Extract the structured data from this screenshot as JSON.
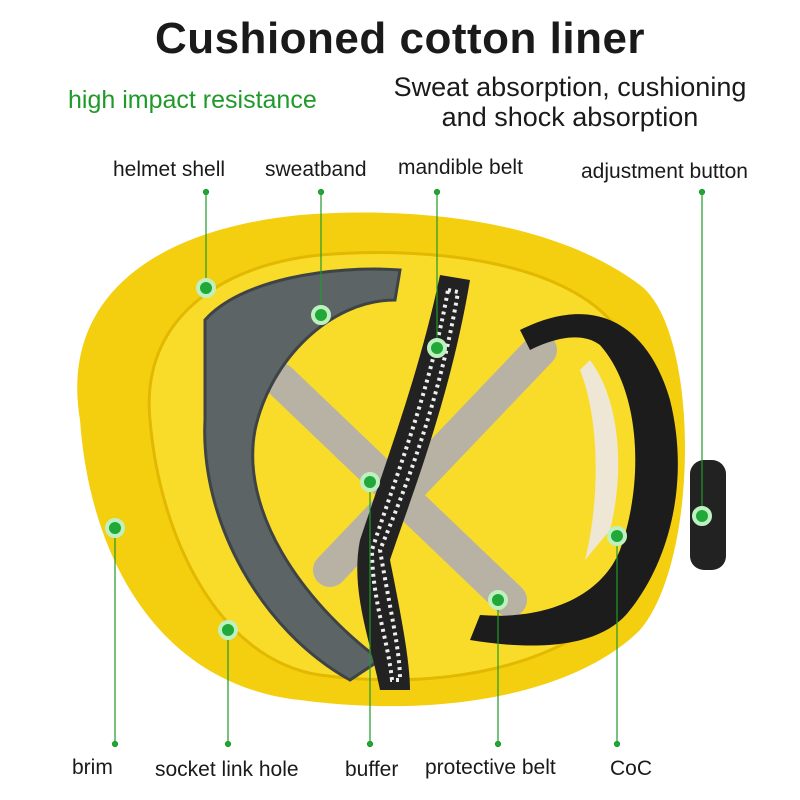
{
  "title": "Cushioned cotton liner",
  "subtitle_left": "high impact resistance",
  "subtitle_right": [
    "Sweat absorption, cushioning",
    "and shock absorption"
  ],
  "labels_top": [
    "helmet shell",
    "sweatband",
    "mandible belt",
    "adjustment button"
  ],
  "labels_bottom": [
    "brim",
    "socket link hole",
    "buffer",
    "protective belt",
    "CoC"
  ],
  "colors": {
    "accent_green": "#1f9a2a",
    "helmet_yellow": "#f7d51a",
    "marker_green": "#20a838"
  }
}
